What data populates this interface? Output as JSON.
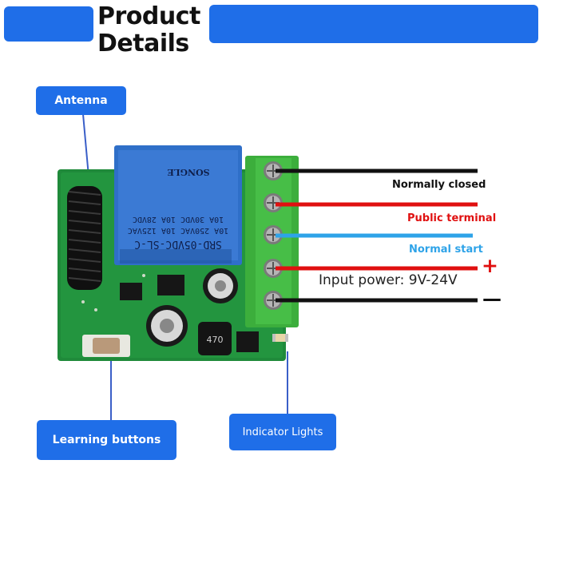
{
  "header": {
    "title_line1": "Product",
    "title_line2": "Details"
  },
  "callouts": {
    "antenna": "Antenna",
    "learning_buttons": "Learning buttons",
    "indicator_lights": "Indicator Lights"
  },
  "wires": {
    "normally_closed": "Normally closed",
    "public_terminal": "Public terminal",
    "normal_start": "Normal start",
    "input_power": "Input power: 9V-24V",
    "plus_symbol": "+",
    "minus_symbol": "—"
  },
  "relay_markings": {
    "model": "SRD-05VDC-SL-C",
    "rating_1": "10A 250VAC  10A 125VAC",
    "rating_2": "10A 30VDC  10A 28VDC",
    "brand": "SONGLE"
  },
  "colors": {
    "accent_blue": "#1f6ee8",
    "wire_black": "#111111",
    "wire_red": "#e01010",
    "wire_blue": "#2ea3e8",
    "pcb_green": "#1f8a3a",
    "terminal_green": "#3cae3c",
    "relay_blue": "#2f6fc8"
  }
}
